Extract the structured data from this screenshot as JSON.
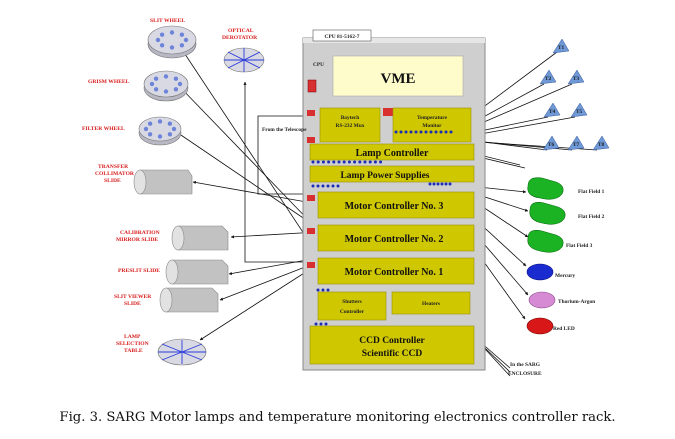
{
  "rack": {
    "cpu_box_label": "CPU 81-5162-7",
    "cpu_label": "CPU",
    "vme_label": "VME",
    "baytech_line1": "Baytech",
    "baytech_line2": "RS-232 Mux",
    "temperature_line1": "Temperature",
    "temperature_line2": "Monitor",
    "lamp_controller": "Lamp Controller",
    "lamp_power": "Lamp Power Supplies",
    "motor3": "Motor Controller No. 3",
    "motor2": "Motor Controller No. 2",
    "motor1": "Motor Controller No. 1",
    "shutters_line1": "Shutters",
    "shutters_line2": "Controller",
    "heaters": "Heaters",
    "ccd_line1": "CCD Controller",
    "ccd_line2": "Scientific CCD"
  },
  "left_mechanisms": {
    "slit_wheel": "SLIT WHEEL",
    "optical_derotator": "OPTICAL DEROTATOR",
    "grism_wheel": "GRISM WHEEL",
    "filter_wheel": "FILTER WHEEL",
    "transfer_line1": "TRANSFER",
    "transfer_line2": "COLLIMATOR",
    "transfer_line3": "SLIDE",
    "calibration_line1": "CALIBRATION",
    "calibration_line2": "MIRROR SLIDE",
    "preslit": "PRESLIT SLIDE",
    "slit_viewer_line1": "SLIT VIEWER",
    "slit_viewer_line2": "SLIDE",
    "lamp_line1": "LAMP",
    "lamp_line2": "SELECTION",
    "lamp_line3": "TABLE"
  },
  "from_telescope": "From the Telescope",
  "sensors": [
    "T1",
    "T2",
    "T3",
    "T4",
    "T5",
    "T6",
    "T7",
    "T8"
  ],
  "lamps": {
    "flat1": "Flat Field 1",
    "flat2": "Flat Field 2",
    "flat3": "Flat Field 3",
    "mercury": "Mercury",
    "thorium": "Thorium-Argon",
    "led": "Red LED"
  },
  "enclosure_line1": "In the SARG",
  "enclosure_line2": "ENCLOSURE",
  "caption": "Fig. 3. SARG Motor lamps and temperature monitoring electronics controller rack.",
  "colors": {
    "module": "#cfc700",
    "vme": "#fffccc",
    "rack": "#cfcfcf",
    "label_red": "#d81818",
    "sensor_blue": "#6e98d6",
    "wheel_blue": "#6d84d8",
    "green_lamp": "#1bb324",
    "blue_lamp": "#1a2bd0",
    "pink_lamp": "#d68ad4",
    "red_lamp": "#d81818"
  }
}
